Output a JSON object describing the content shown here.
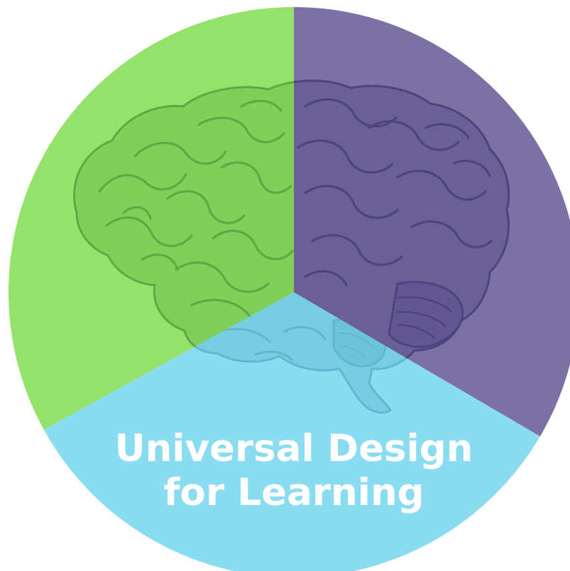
{
  "logo": {
    "title_line1": "Universal Design",
    "title_line2": "for Learning",
    "colors": {
      "green": "#94e26b",
      "purple": "#7b71a4",
      "blue": "#8adcf1",
      "text": "#ffffff",
      "brain_green_shade": "#5fa845",
      "brain_purple_shade": "#4d4380",
      "brain_blue_shade": "#5fb8cf"
    },
    "segments": [
      "green",
      "purple",
      "blue"
    ],
    "icons": [
      "brain-icon"
    ]
  }
}
